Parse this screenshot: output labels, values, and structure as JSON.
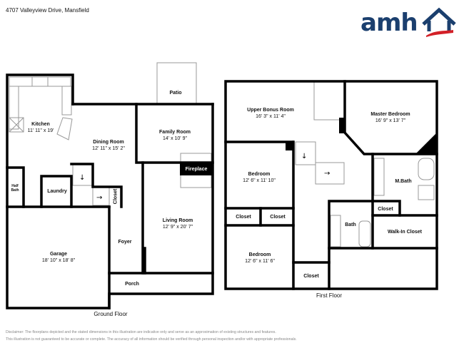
{
  "header": {
    "address": "4707 Valleyview Drive, Mansfield"
  },
  "logo": {
    "text": "amh",
    "colors": {
      "blue": "#1b3f6e",
      "red": "#d32027"
    }
  },
  "ground_floor": {
    "label": "Ground Floor",
    "rooms": [
      {
        "name": "Patio",
        "dims": ""
      },
      {
        "name": "Kitchen",
        "dims": "11' 11\" x 19'"
      },
      {
        "name": "Dining Room",
        "dims": "12' 11\" x 15' 2\""
      },
      {
        "name": "Family Room",
        "dims": "14' x 10' 9\""
      },
      {
        "name": "Fireplace",
        "dims": ""
      },
      {
        "name": "Half Bath",
        "dims": ""
      },
      {
        "name": "Laundry",
        "dims": ""
      },
      {
        "name": "Closet",
        "dims": ""
      },
      {
        "name": "Living Room",
        "dims": "12' 9\" x 20' 7\""
      },
      {
        "name": "Garage",
        "dims": "18' 10\" x 18' 8\""
      },
      {
        "name": "Foyer",
        "dims": ""
      },
      {
        "name": "Porch",
        "dims": ""
      }
    ]
  },
  "first_floor": {
    "label": "First Floor",
    "rooms": [
      {
        "name": "Upper Bonus Room",
        "dims": "16' 3\" x 11' 4\""
      },
      {
        "name": "Master Bedroom",
        "dims": "16' 9\" x 13' 7\""
      },
      {
        "name": "Bedroom",
        "dims": "12' 6\" x 11' 10\""
      },
      {
        "name": "M.Bath",
        "dims": ""
      },
      {
        "name": "Closet",
        "dims": ""
      },
      {
        "name": "Closet",
        "dims": ""
      },
      {
        "name": "Closet",
        "dims": ""
      },
      {
        "name": "Bath",
        "dims": ""
      },
      {
        "name": "Walk-In Closet",
        "dims": ""
      },
      {
        "name": "Bedroom",
        "dims": "12' 6\" x 11' 6\""
      },
      {
        "name": "Closet",
        "dims": ""
      }
    ]
  },
  "disclaimer": [
    "Disclaimer: The floorplans depicted and the stated dimensions in this illustration are indicative only and serve as an approximation of existing structures and features.",
    "This illustration is not guaranteed to be accurate or complete. The accuracy of all information should be verified through personal inspection and/or with appropriate professionals."
  ]
}
